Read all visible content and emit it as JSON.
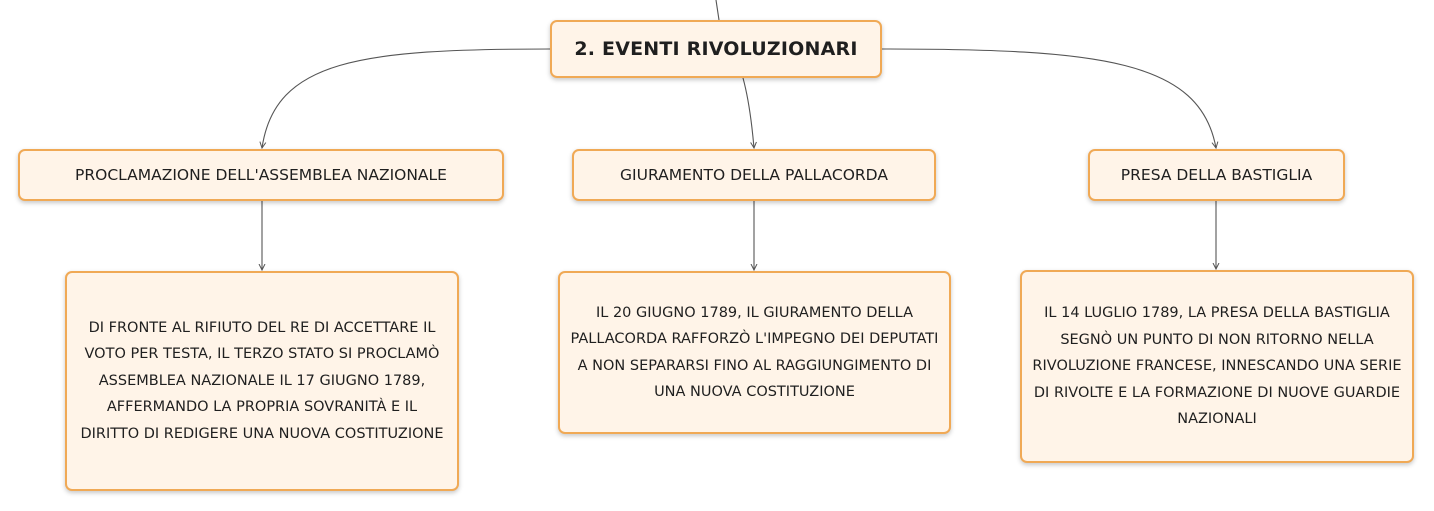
{
  "diagram": {
    "root": {
      "label": "2. EVENTI RIVOLUZIONARI"
    },
    "branches": [
      {
        "label": "PROCLAMAZIONE DELL'ASSEMBLEA NAZIONALE",
        "detail": "DI FRONTE AL RIFIUTO DEL RE DI ACCETTARE IL VOTO PER TESTA, IL TERZO STATO SI PROCLAMÒ ASSEMBLEA NAZIONALE IL 17 GIUGNO 1789, AFFERMANDO LA PROPRIA SOVRANITÀ E IL DIRITTO DI REDIGERE UNA NUOVA COSTITUZIONE"
      },
      {
        "label": "GIURAMENTO DELLA PALLACORDA",
        "detail": "IL 20 GIUGNO 1789, IL GIURAMENTO DELLA PALLACORDA RAFFORZÒ L'IMPEGNO DEI DEPUTATI A NON SEPARARSI FINO AL RAGGIUNGIMENTO DI UNA NUOVA COSTITUZIONE"
      },
      {
        "label": "PRESA DELLA BASTIGLIA",
        "detail": "IL 14 LUGLIO 1789, LA PRESA DELLA BASTIGLIA SEGNÒ UN PUNTO DI NON RITORNO NELLA RIVOLUZIONE FRANCESE, INNESCANDO UNA SERIE DI RIVOLTE E LA FORMAZIONE DI NUOVE GUARDIE NAZIONALI"
      }
    ]
  },
  "colors": {
    "node_fill": "#fff4e8",
    "node_border": "#f0a955",
    "connector": "#555555",
    "text": "#1f1f1f"
  }
}
